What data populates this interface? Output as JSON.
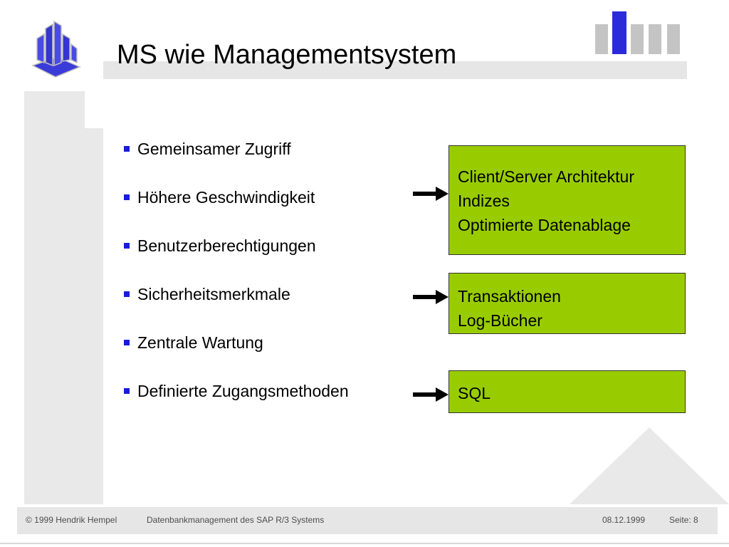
{
  "title": "MS wie Managementsystem",
  "bullets": [
    "Gemeinsamer Zugriff",
    "Höhere Geschwindigkeit",
    "Benutzerberechtigungen",
    "Sicherheitsmerkmale",
    "Zentrale Wartung",
    "Definierte Zugangsmethoden"
  ],
  "boxes": [
    {
      "lines": [
        "Client/Server Architektur",
        "Indizes",
        "Optimierte Datenablage"
      ]
    },
    {
      "lines": [
        "Transaktionen",
        "Log-Bücher"
      ]
    },
    {
      "lines": [
        "SQL"
      ]
    }
  ],
  "footer": {
    "copyright": "© 1999 Hendrik Hempel",
    "course": "Datenbankmanagement des SAP R/3 Systems",
    "date": "08.12.1999",
    "page": "Seite: 8"
  },
  "colors": {
    "accent_blue": "#1a1ad9",
    "box_green": "#99cc00",
    "panel_gray": "#e6e6e6"
  },
  "icons": {
    "logo": "university-logo-icon",
    "bars": "bar-graphic-icon",
    "arrow": "arrow-right-icon"
  }
}
